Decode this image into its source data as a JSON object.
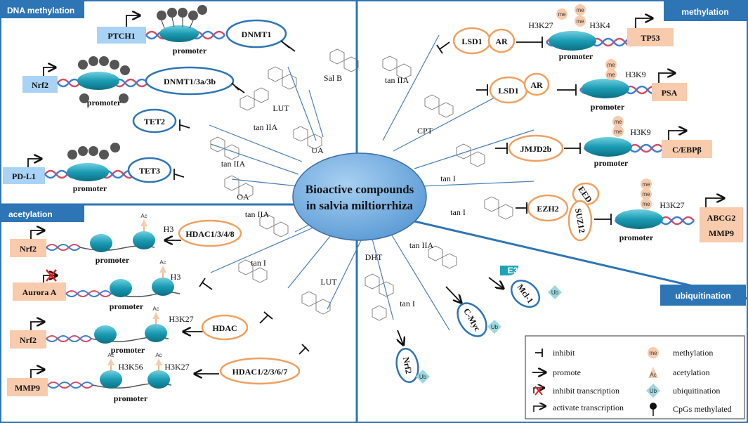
{
  "center": {
    "line1": "Bioactive compounds",
    "line2": "in salvia miltiorrhiza"
  },
  "sections": {
    "dna_methylation": "DNA methylation",
    "methylation": "methylation",
    "acetylation": "acetylation",
    "ubiquitination": "ubiquitination"
  },
  "common": {
    "promoter": "promoter",
    "me": "me",
    "ac": "Ac",
    "ub": "Ub"
  },
  "dna_meth": {
    "row1": {
      "gene": "PTCH1",
      "enzyme": "DNMT1"
    },
    "row2": {
      "gene": "Nrf2",
      "enzyme": "DNMT1/3a/3b"
    },
    "row3": {
      "enzyme": "TET2"
    },
    "row4": {
      "gene": "PD-L1",
      "enzyme": "TET3"
    },
    "compounds": [
      "Sal B",
      "LUT",
      "tan IIA",
      "UA",
      "tan IIA",
      "OA"
    ]
  },
  "methylation": {
    "row1": {
      "enz1": "LSD1",
      "enz2": "AR",
      "mark1": "H3K27",
      "mark2": "H3K4",
      "gene": "TP53",
      "compound": "tan IIA"
    },
    "row2": {
      "enz1": "LSD1",
      "enz2": "AR",
      "mark": "H3K9",
      "gene": "PSA",
      "compound": "CPT"
    },
    "row3": {
      "enz": "JMJD2b",
      "mark": "H3K9",
      "gene": "C/EBPβ",
      "compound": "tan I"
    },
    "row4": {
      "enz1": "EZH2",
      "enz2": "EED",
      "enz3": "SUZ12",
      "mark": "H3K27",
      "gene1": "ABCG2",
      "gene2": "MMP9",
      "compound": "tan I"
    }
  },
  "acetylation": {
    "row1": {
      "gene": "Nrf2",
      "enzyme": "HDAC1/3/4/8",
      "mark": "H3",
      "compound": "tan IIA"
    },
    "row2": {
      "gene": "Aurora A",
      "mark": "H3",
      "compound": "tan I"
    },
    "row3": {
      "gene": "Nrf2",
      "enzyme": "HDAC",
      "mark": "H3K27",
      "compound": "LUT"
    },
    "row4": {
      "gene": "MMP9",
      "enzyme": "HDAC1/2/3/6/7",
      "mark1": "H3K56",
      "mark2": "H3K27"
    }
  },
  "ubiquitination": {
    "compound1": "tan IIA",
    "compound2": "DHT",
    "compound3": "tan I",
    "e3": "E3",
    "target1": "Mcl-1",
    "target2": "C-Myc",
    "target3": "Nrf2"
  },
  "legend": {
    "inhibit": "inhibit",
    "promote": "promote",
    "inhibit_transcription": "inhibit transcription",
    "activate_transcription": "activate transcription",
    "methylation": "methylation",
    "acetylation": "acetylation",
    "ubiquitination": "ubiquitination",
    "cpgs": "CpGs methylated"
  },
  "colors": {
    "header_blue": "#2e75b6",
    "line_blue": "#2e75b6",
    "ellipse_blue": "#9dc3e6",
    "gene_blue": "#a9d3f5",
    "gene_orange": "#f8cbad",
    "orange_border": "#f0a060",
    "nucleosome": "#1fa3b8"
  }
}
